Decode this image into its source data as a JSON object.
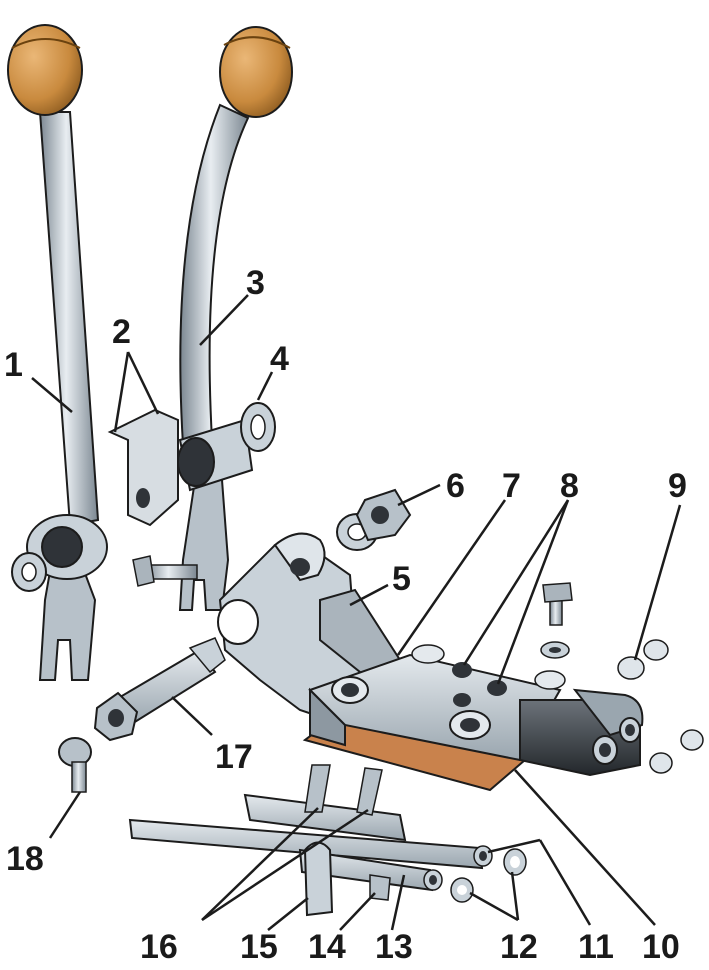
{
  "callouts": {
    "n1": "1",
    "n2": "2",
    "n3": "3",
    "n4": "4",
    "n5": "5",
    "n6": "6",
    "n7": "7",
    "n8": "8",
    "n9": "9",
    "n10": "10",
    "n11": "11",
    "n12": "12",
    "n13": "13",
    "n14": "14",
    "n15": "15",
    "n16": "16",
    "n17": "17",
    "n18": "18"
  },
  "colors": {
    "metal_light": "#dfe5ea",
    "metal_mid": "#a9b4bd",
    "metal_dark": "#56606a",
    "knob": "#c98a3e",
    "knob_dark": "#8a5a1e",
    "gasket": "#c9824c",
    "block_dark": "#2f3338",
    "outline": "#1c1c1c"
  }
}
